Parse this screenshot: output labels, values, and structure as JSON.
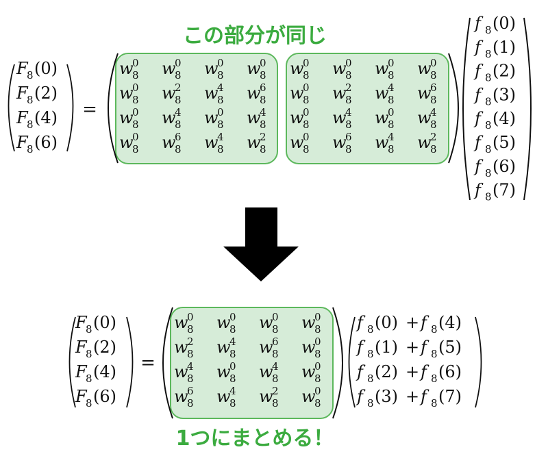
{
  "top_caption": "この部分が同じ",
  "bottom_caption": "1つにまとめる！",
  "accent_color": "#3bab3f",
  "highlight_fill": "#d6ecd8",
  "highlight_stroke": "#5cb85c",
  "arrow_color": "#000000",
  "text_color": "#111111",
  "equals_sign": "=",
  "plus_sign": "+",
  "w_base": "w",
  "w_sub": "8",
  "F_base": "F",
  "f_base": "f",
  "top_lhs": [
    "(0)",
    "(2)",
    "(4)",
    "(6)"
  ],
  "top_rhs": [
    "(0)",
    "(1)",
    "(2)",
    "(3)",
    "(4)",
    "(5)",
    "(6)",
    "(7)"
  ],
  "top_left_block": [
    [
      "0",
      "0",
      "0",
      "0"
    ],
    [
      "0",
      "2",
      "4",
      "6"
    ],
    [
      "0",
      "4",
      "0",
      "4"
    ],
    [
      "0",
      "6",
      "4",
      "2"
    ]
  ],
  "top_right_block": [
    [
      "0",
      "0",
      "0",
      "0"
    ],
    [
      "0",
      "2",
      "4",
      "6"
    ],
    [
      "0",
      "4",
      "0",
      "4"
    ],
    [
      "0",
      "6",
      "4",
      "2"
    ]
  ],
  "bottom_lhs": [
    "(0)",
    "(2)",
    "(4)",
    "(6)"
  ],
  "bottom_matrix": [
    [
      "0",
      "0",
      "0",
      "0"
    ],
    [
      "2",
      "4",
      "6",
      "0"
    ],
    [
      "4",
      "0",
      "4",
      "0"
    ],
    [
      "6",
      "4",
      "2",
      "0"
    ]
  ],
  "bottom_sum": [
    [
      "(0)",
      "(4)"
    ],
    [
      "(1)",
      "(5)"
    ],
    [
      "(2)",
      "(6)"
    ],
    [
      "(3)",
      "(7)"
    ]
  ]
}
